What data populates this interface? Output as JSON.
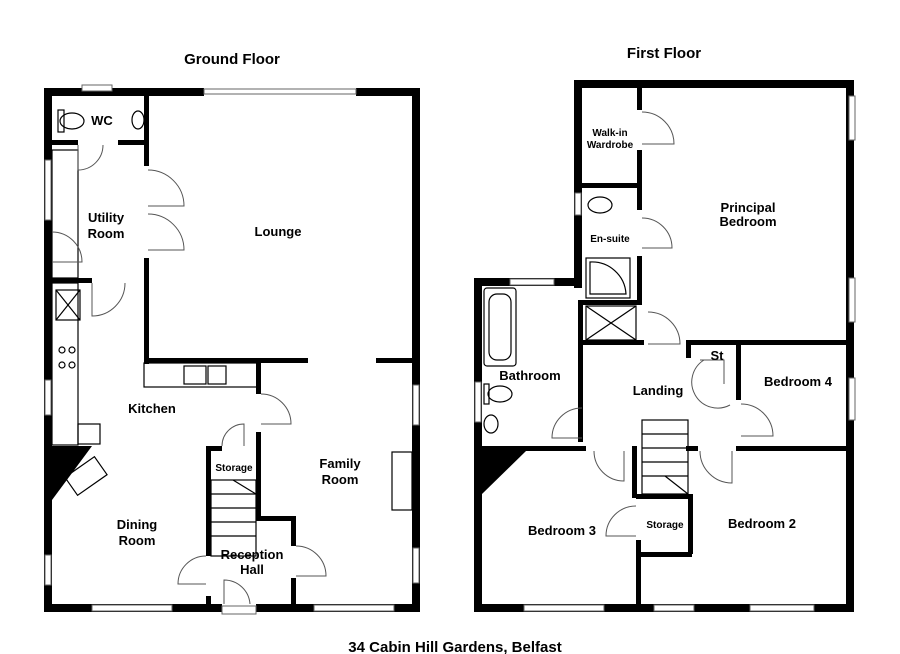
{
  "floors": {
    "ground": {
      "title": "Ground Floor",
      "rooms": {
        "wc": "WC",
        "utility_1": "Utility",
        "utility_2": "Room",
        "lounge": "Lounge",
        "kitchen": "Kitchen",
        "storage": "Storage",
        "family_1": "Family",
        "family_2": "Room",
        "dining_1": "Dining",
        "dining_2": "Room",
        "reception_1": "Reception",
        "reception_2": "Hall"
      }
    },
    "first": {
      "title": "First Floor",
      "rooms": {
        "walkin_1": "Walk-in",
        "walkin_2": "Wardrobe",
        "principal_1": "Principal",
        "principal_2": "Bedroom",
        "ensuite": "En-suite",
        "bathroom": "Bathroom",
        "landing": "Landing",
        "st": "St",
        "bedroom4": "Bedroom 4",
        "bedroom3": "Bedroom 3",
        "storage": "Storage",
        "bedroom2": "Bedroom 2"
      }
    }
  },
  "address": "34 Cabin Hill Gardens, Belfast"
}
